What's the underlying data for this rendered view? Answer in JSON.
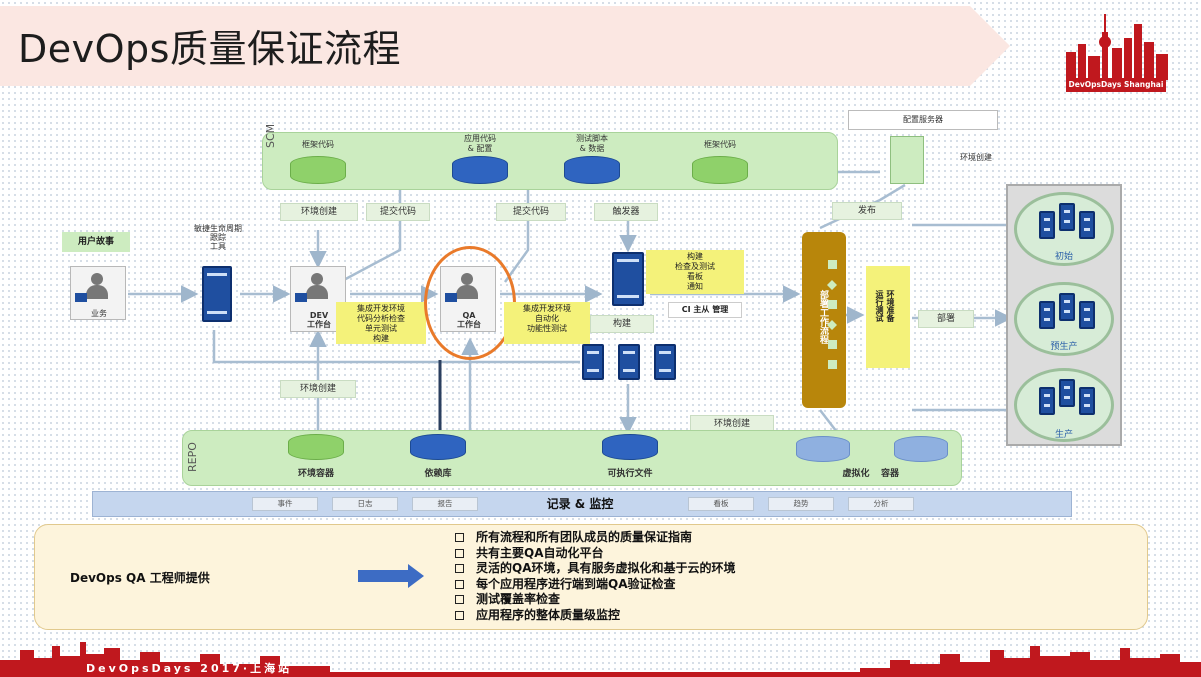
{
  "title": "DevOps质量保证流程",
  "logo": {
    "caption": "DevOpsDays Shanghai"
  },
  "footer": {
    "text": "DevOpsDays 2017·上海站"
  },
  "scm": {
    "label": "SCM",
    "items": [
      {
        "label": "框架代码",
        "color": "#8fd16a"
      },
      {
        "label": "应用代码\n& 配置",
        "color": "#2f64c0"
      },
      {
        "label": "测试脚本\n& 数据",
        "color": "#2f64c0"
      },
      {
        "label": "框架代码",
        "color": "#8fd16a"
      }
    ]
  },
  "repo": {
    "label": "REPO",
    "items": [
      {
        "label": "环境容器",
        "color": "#8fd16a"
      },
      {
        "label": "依赖库",
        "color": "#2f64c0"
      },
      {
        "label": "可执行文件",
        "color": "#2f64c0"
      },
      {
        "label": "虚拟化",
        "color": "#8fb0e0"
      },
      {
        "label": "容器",
        "color": "#8fb0e0"
      }
    ]
  },
  "flow": {
    "user_story": "用户故事",
    "agile": "敏捷生命周期\n跟踪\n工具",
    "business": "业务",
    "dev": "DEV\n工作台",
    "qa": "QA\n工作台",
    "env_create_top": "环境创建",
    "commit_code_1": "提交代码",
    "commit_code_2": "提交代码",
    "trigger": "触发器",
    "env_create_mid": "环境创建",
    "build": "构建",
    "ci": "CI 主从 管理",
    "publish": "发布",
    "deploy": "部署",
    "env_create_right": "环境创建",
    "env_create_repo": "环境创建",
    "config_server": "配置服务器",
    "dev_tasks": "集成开发环境\n代码分析检查\n单元测试\n构建",
    "qa_tasks": "集成开发环境\n自动化\n功能性测试",
    "build_tasks": "构建\n检查及测试\n看板\n通知",
    "deploy_workflow": "部署工作流程",
    "env_prep": "环境准备\n运行测试",
    "envs": [
      "初始",
      "预生产",
      "生产"
    ]
  },
  "logbar": {
    "title": "记录 & 监控",
    "tags": [
      "事件",
      "日志",
      "报告",
      "看板",
      "趋势",
      "分析"
    ]
  },
  "summary": {
    "provider": "DevOps QA 工程师提供",
    "bullets": [
      "所有流程和所有团队成员的质量保证指南",
      "共有主要QA自动化平台",
      "灵活的QA环境，具有服务虚拟化和基于云的环境",
      "每个应用程序进行端到端QA验证检查",
      "测试覆盖率检查",
      "应用程序的整体质量级监控"
    ]
  },
  "colors": {
    "accent_red": "#c0181e",
    "highlight_orange": "#e97a2a",
    "server_blue": "#1f4fa0",
    "deploy_gold": "#b8860b"
  }
}
